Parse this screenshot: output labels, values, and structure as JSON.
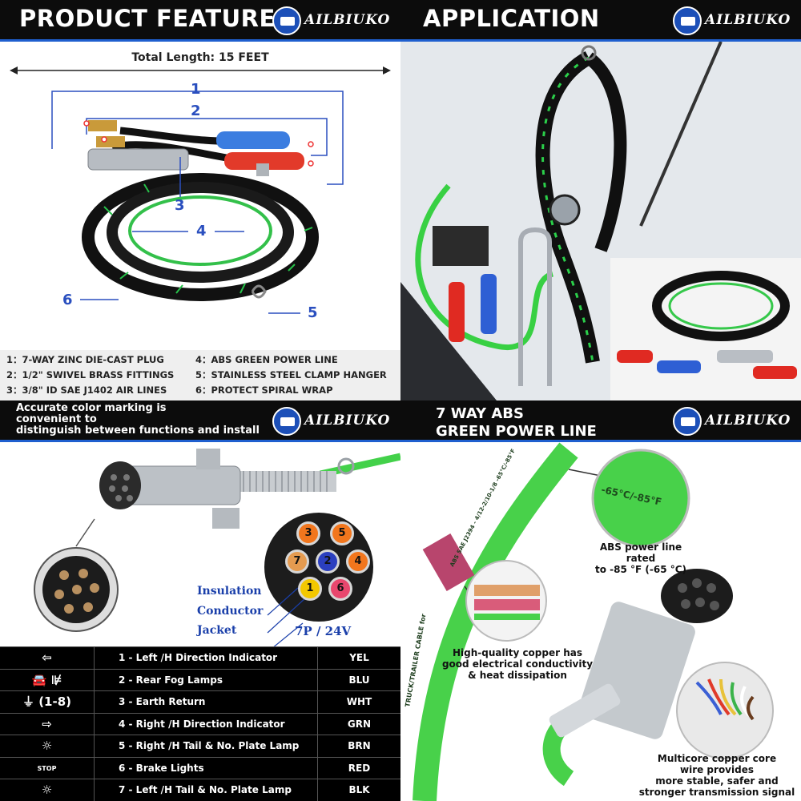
{
  "brand": "AILBIUKO",
  "features": {
    "title": "PRODUCT FEATURES",
    "total_length": "Total Length: 15 FEET",
    "callouts": [
      "1",
      "2",
      "3",
      "4",
      "5",
      "6"
    ],
    "items": [
      "1：7-WAY ZINC DIE-CAST PLUG",
      "2：1/2\" SWIVEL BRASS FITTINGS",
      "3：3/8\" ID SAE J1402 AIR LINES",
      "4：ABS GREEN POWER LINE",
      "5：STAINLESS STEEL CLAMP HANGER",
      "6：PROTECT SPIRAL WRAP"
    ]
  },
  "application": {
    "title": "APPLICATION"
  },
  "color_marking": {
    "title_line1": "Accurate color marking is",
    "title_line2": "convenient to",
    "title_line3": "distinguish between functions and install",
    "pins": [
      {
        "num": "3",
        "color": "#f2761d"
      },
      {
        "num": "5",
        "color": "#f2761d"
      },
      {
        "num": "7",
        "color": "#e59b50"
      },
      {
        "num": "2",
        "color": "#2b3fbf"
      },
      {
        "num": "4",
        "color": "#f2761d"
      },
      {
        "num": "1",
        "color": "#f3c800"
      },
      {
        "num": "6",
        "color": "#e8476e"
      }
    ],
    "insulation_label": "Insulation",
    "conductor_label": "Conductor",
    "jacket_label": "Jacket",
    "spec": "7P / 24V",
    "rows": [
      {
        "icon": "left-arrow-icon",
        "glyph": "⇦",
        "function": "1 - Left /H Direction Indicator",
        "code": "YEL"
      },
      {
        "icon": "fog-lamp-icon",
        "glyph": "🚘 ⊯",
        "function": "2 - Rear Fog Lamps",
        "code": "BLU"
      },
      {
        "icon": "ground-icon",
        "glyph": "⏚ (1-8)",
        "function": "3 - Earth Return",
        "code": "WHT"
      },
      {
        "icon": "right-arrow-icon",
        "glyph": "⇨",
        "function": "4 - Right /H Direction Indicator",
        "code": "GRN"
      },
      {
        "icon": "tail-lamp-icon",
        "glyph": "☼",
        "function": "5 - Right /H Tail & No. Plate Lamp",
        "code": "BRN"
      },
      {
        "icon": "stop-icon",
        "glyph": "STOP",
        "function": "6 - Brake Lights",
        "code": "RED"
      },
      {
        "icon": "tail-lamp-icon",
        "glyph": "☼",
        "function": "7 - Left /H Tail & No. Plate Lamp",
        "code": "BLK"
      }
    ]
  },
  "power_line": {
    "title_line1": "7 WAY ABS",
    "title_line2": "GREEN POWER LINE",
    "temp": "-65°C/-85°F",
    "cable_print": "ABS SAE J2394 - 4/12-2/10-1/8 -65°C/-85°F",
    "cable_print2": "TRUCK/TRAILER CABLE for",
    "rated_line1": "ABS power line rated",
    "rated_line2": "to -85 °F (-65 °C)",
    "copper_line1": "High-quality copper has",
    "copper_line2": "good electrical conductivity",
    "copper_line3": "& heat dissipation",
    "core_line1": "Multicore copper core",
    "core_line2": "wire provides",
    "core_line3": "more stable, safer and",
    "core_line4": "stronger transmission signal"
  }
}
